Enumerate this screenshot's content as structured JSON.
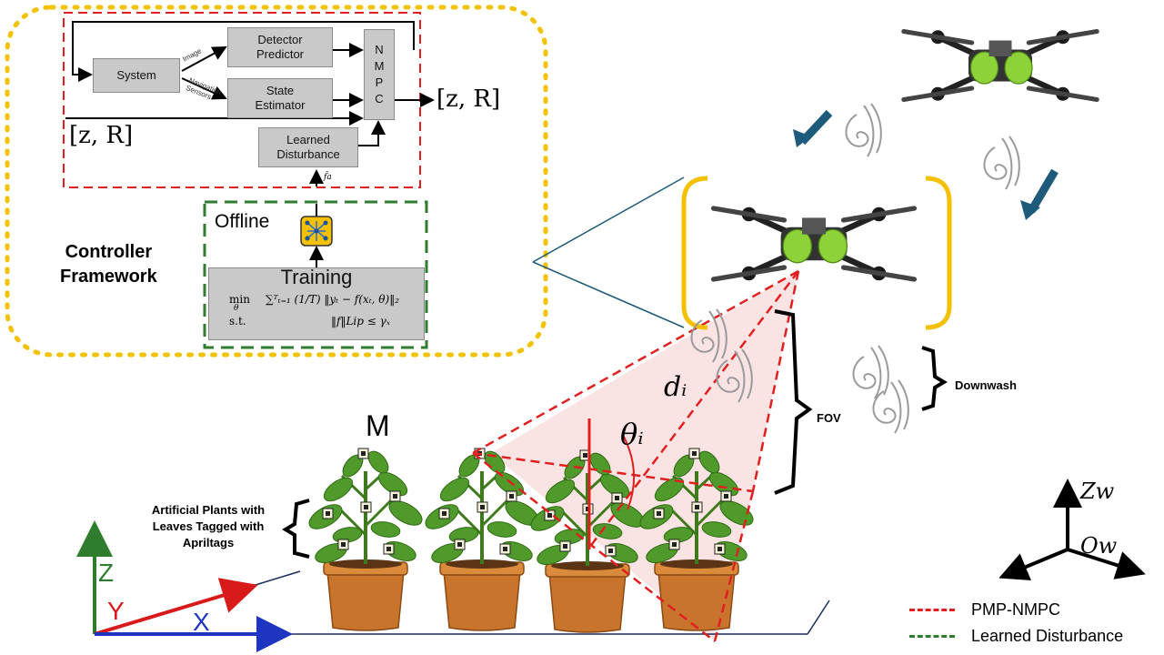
{
  "framework": {
    "title": "Controller\nFramework",
    "system": "System",
    "detector": "Detector\nPredictor",
    "estimator": "State\nEstimator",
    "nmpc": "N\nM\nP\nC",
    "disturbance": "Learned\nDisturbance",
    "label_image": "Image",
    "label_nav": "Navigation\nSensors",
    "output_label": "[z, R]",
    "input_label": "[z, R]",
    "fa_label": "f̂a",
    "offline": "Offline",
    "training": "Training",
    "eq_min": "min",
    "eq_theta": "θ",
    "eq_st": "s.t.",
    "eq_objective": "∑ᵀₜ₌₁ (1/T) ‖yₜ − f(xₜ, θ)‖₂",
    "eq_constraint": "‖f‖Lip ≤ γₓ"
  },
  "scene": {
    "label_m": "M",
    "label_di": "dᵢ",
    "label_theta": "θᵢ",
    "label_fov": "FOV",
    "label_downwash": "Downwash",
    "plants_caption": "Artificial Plants with\nLeaves Tagged with\nApriltags",
    "axis_z": "Z",
    "axis_y": "Y",
    "axis_x": "X",
    "world_z": "Zw",
    "world_o": "Ow"
  },
  "legend": [
    {
      "label": "PMP-NMPC",
      "color": "#e02020"
    },
    {
      "label": "Learned Disturbance",
      "color": "#2e7d2e"
    }
  ],
  "colors": {
    "red_dash": "#e02020",
    "green_dash": "#2e7d2e",
    "yellow_dots": "#f2c200",
    "bracket_yellow": "#f5c000",
    "blue_arrow": "#1e5a7a",
    "box_gray": "#c9c9c9"
  }
}
